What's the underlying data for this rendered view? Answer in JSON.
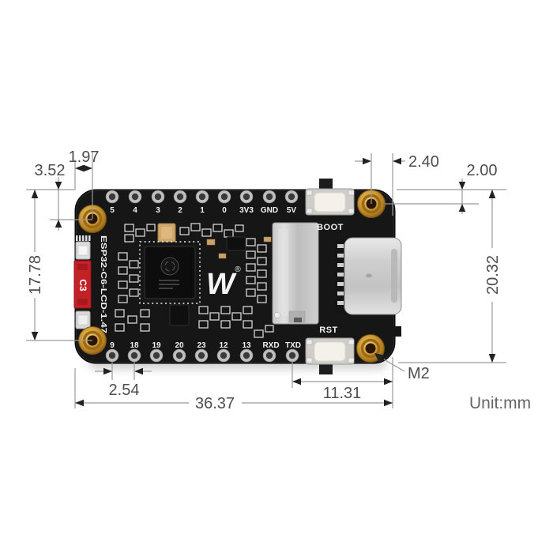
{
  "unit": {
    "label": "Unit:mm"
  },
  "dimensions": {
    "hole_offset_x_left": "1.97",
    "hole_offset_y_left": "3.52",
    "hole_span_left": "17.78",
    "hole_offset_x_right": "2.40",
    "hole_offset_y_right": "2.00",
    "board_height": "20.32",
    "pin_pitch": "2.54",
    "board_width": "36.37",
    "usb_to_edge": "11.31",
    "mounting_hole_label": "M2"
  },
  "board": {
    "model": "ESP32-C6-LCD-1.47",
    "top_pins": [
      "5",
      "4",
      "3",
      "2",
      "1",
      "0",
      "3V3",
      "GND",
      "5V"
    ],
    "bottom_pins": [
      "9",
      "18",
      "19",
      "20",
      "23",
      "12",
      "13",
      "RXD",
      "TXD"
    ],
    "boot_button": "BOOT",
    "reset_button": "RST",
    "component_label": "C3",
    "logo_mark": "W",
    "registered_mark": "®"
  },
  "colors": {
    "pcb": "#161616",
    "gold": "#c89030",
    "dim_line": "#9a9a9a",
    "dim_text": "#4d4d4d",
    "accent_red": "#c42127"
  }
}
